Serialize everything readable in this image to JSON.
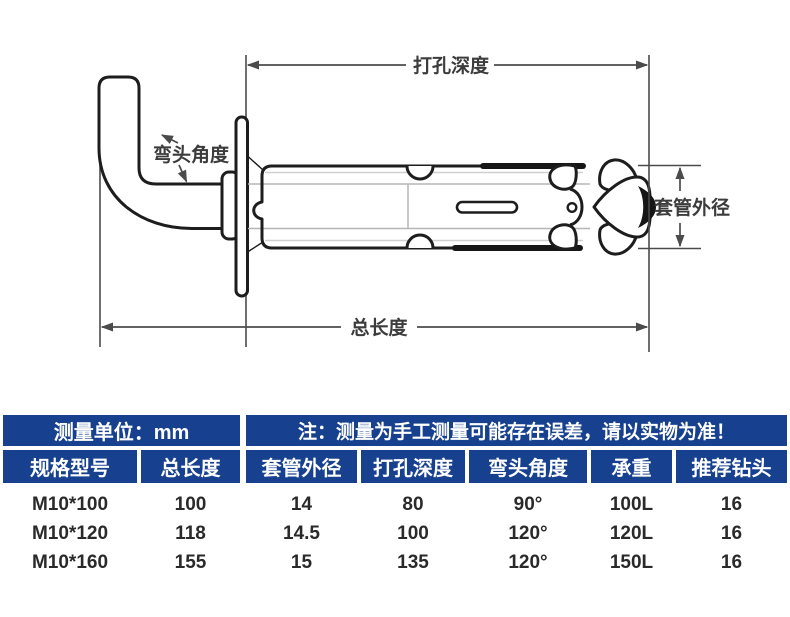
{
  "diagram": {
    "labels": {
      "drill_depth": "打孔深度",
      "elbow_angle": "弯头角度",
      "sleeve_outer_diameter": "套管外径",
      "total_length": "总长度"
    },
    "colors": {
      "outline": "#1d1d1d",
      "dimension_line": "#4b4b4b",
      "inner_line": "#b5b5b5"
    }
  },
  "table": {
    "colors": {
      "header_bg": "#17418e",
      "header_text": "#ffffff",
      "body_text": "#2a2a2a"
    },
    "unit_label": "测量单位：mm",
    "note": "注：测量为手工测量可能存在误差，请以实物为准！",
    "columns": [
      "规格型号",
      "总长度",
      "套管外径",
      "打孔深度",
      "弯头角度",
      "承重",
      "推荐钻头"
    ],
    "rows": [
      [
        "M10*100",
        "100",
        "14",
        "80",
        "90°",
        "100L",
        "16"
      ],
      [
        "M10*120",
        "118",
        "14.5",
        "100",
        "120°",
        "120L",
        "16"
      ],
      [
        "M10*160",
        "155",
        "15",
        "135",
        "120°",
        "150L",
        "16"
      ]
    ]
  }
}
